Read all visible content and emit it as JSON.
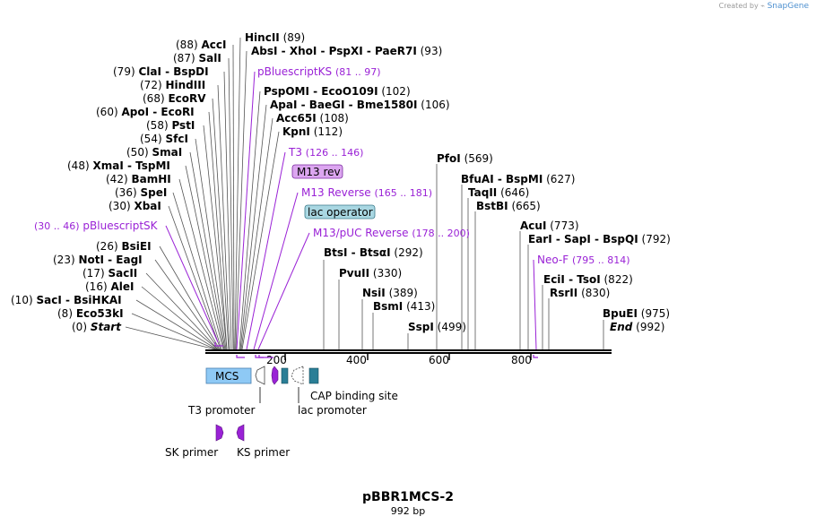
{
  "credit": {
    "prefix": "Created by",
    "brand": "SnapGene"
  },
  "plasmid": {
    "name": "pBBR1MCS-2",
    "length_label": "992 bp"
  },
  "ruler": {
    "ticks": [
      "200",
      "400",
      "600",
      "800"
    ]
  },
  "sites": [
    {
      "name": "AccI",
      "pos": "(88)"
    },
    {
      "name": "SalI",
      "pos": "(87)"
    },
    {
      "name": "ClaI  -  BspDI",
      "pos": "(79)"
    },
    {
      "name": "HindIII",
      "pos": "(72)"
    },
    {
      "name": "EcoRV",
      "pos": "(68)"
    },
    {
      "name": "ApoI  -  EcoRI",
      "pos": "(60)"
    },
    {
      "name": "PstI",
      "pos": "(58)"
    },
    {
      "name": "SfcI",
      "pos": "(54)"
    },
    {
      "name": "SmaI",
      "pos": "(50)"
    },
    {
      "name": "XmaI  -  TspMI",
      "pos": "(48)"
    },
    {
      "name": "BamHI",
      "pos": "(42)"
    },
    {
      "name": "SpeI",
      "pos": "(36)"
    },
    {
      "name": "XbaI",
      "pos": "(30)"
    },
    {
      "name": "BsiEI",
      "pos": "(26)"
    },
    {
      "name": "NotI  -  EagI",
      "pos": "(23)"
    },
    {
      "name": "SacII",
      "pos": "(17)"
    },
    {
      "name": "AleI",
      "pos": "(16)"
    },
    {
      "name": "SacI  -  BsiHKAI",
      "pos": "(10)"
    },
    {
      "name": "Eco53kI",
      "pos": "(8)"
    },
    {
      "name": "Start",
      "pos": "(0)"
    },
    {
      "name": "HincII",
      "pos": "(89)"
    },
    {
      "name": "AbsI  -  XhoI  -  PspXI  -  PaeR7I",
      "pos": "(93)"
    },
    {
      "name": "PspOMI  -  EcoO109I",
      "pos": "(102)"
    },
    {
      "name": "ApaI  -  BaeGI  -  Bme1580I",
      "pos": "(106)"
    },
    {
      "name": "Acc65I",
      "pos": "(108)"
    },
    {
      "name": "KpnI",
      "pos": "(112)"
    },
    {
      "name": "BtsI  -  BtsαI",
      "pos": "(292)"
    },
    {
      "name": "PvuII",
      "pos": "(330)"
    },
    {
      "name": "NsiI",
      "pos": "(389)"
    },
    {
      "name": "BsmI",
      "pos": "(413)"
    },
    {
      "name": "SspI",
      "pos": "(499)"
    },
    {
      "name": "PfoI",
      "pos": "(569)"
    },
    {
      "name": "BfuAI  -  BspMI",
      "pos": "(627)"
    },
    {
      "name": "TaqII",
      "pos": "(646)"
    },
    {
      "name": "BstBI",
      "pos": "(665)"
    },
    {
      "name": "AcuI",
      "pos": "(773)"
    },
    {
      "name": "EarI  -  SapI  -  BspQI",
      "pos": "(792)"
    },
    {
      "name": "EciI  -  TsoI",
      "pos": "(822)"
    },
    {
      "name": "RsrII",
      "pos": "(830)"
    },
    {
      "name": "BpuEI",
      "pos": "(975)"
    },
    {
      "name": "End",
      "pos": "(992)"
    }
  ],
  "feature_labels": [
    {
      "name": "pBluescriptKS",
      "range": "(81 .. 97)"
    },
    {
      "name": "T3",
      "range": "(126 .. 146)"
    },
    {
      "name": "M13 rev",
      "range": ""
    },
    {
      "name": "M13 Reverse",
      "range": "(165 .. 181)"
    },
    {
      "name": "lac operator",
      "range": ""
    },
    {
      "name": "M13/pUC Reverse",
      "range": "(178 .. 200)"
    },
    {
      "name": "pBluescriptSK",
      "range": "(30 .. 46)"
    },
    {
      "name": "Neo-F",
      "range": "(795 .. 814)"
    }
  ],
  "features": {
    "mcs": "MCS",
    "t3_promoter": "T3 promoter",
    "cap_site": "CAP binding site",
    "lac_promoter": "lac promoter",
    "sk_primer": "SK primer",
    "ks_primer": "KS primer"
  },
  "colors": {
    "primer": "#9a22d6",
    "mcs_fill": "#8ec9f5",
    "m13rev_fill": "#dca6f0",
    "lacop_fill": "#a9d7e2",
    "cap_fill": "#2a7e96"
  }
}
